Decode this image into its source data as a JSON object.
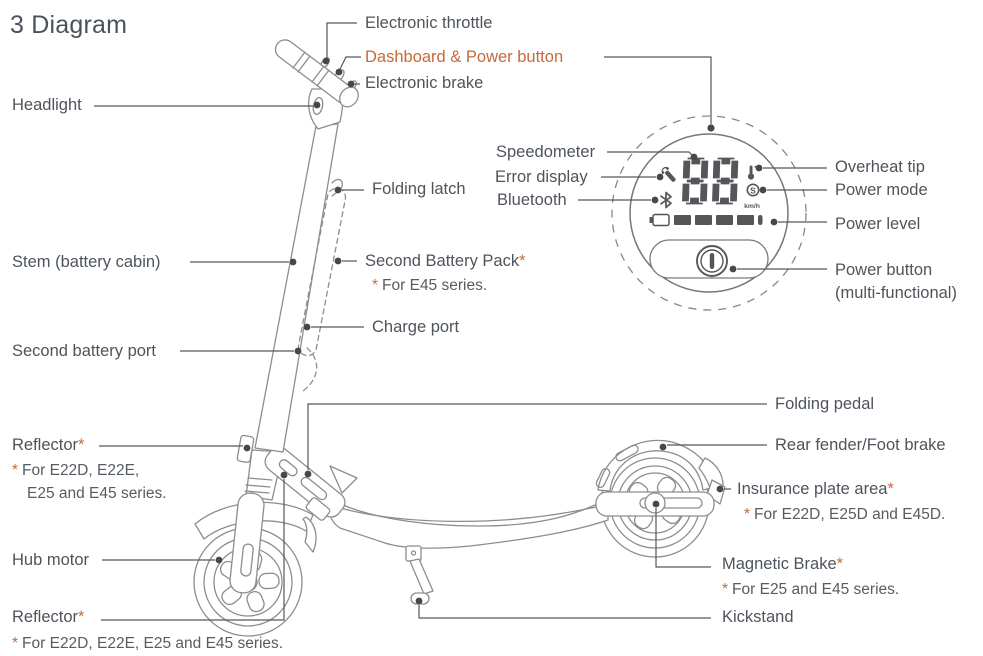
{
  "title": "3 Diagram",
  "colors": {
    "label_text": "#4e545b",
    "accent_orange": "#c7693a",
    "line_art_gray": "#8b8d90",
    "display_dark": "#55565a"
  },
  "labels": {
    "electronic_throttle": "Electronic throttle",
    "dashboard_power_button": "Dashboard & Power button",
    "electronic_brake": "Electronic brake",
    "headlight": "Headlight",
    "folding_latch": "Folding latch",
    "speedometer": "Speedometer",
    "error_display": "Error display",
    "bluetooth": "Bluetooth",
    "stem": "Stem (battery cabin)",
    "second_battery_pack": {
      "text": "Second Battery Pack",
      "star": "*",
      "note_star": "*",
      "note": "For E45 series."
    },
    "charge_port": "Charge port",
    "second_battery_port": "Second battery port",
    "overheat_tip": "Overheat tip",
    "power_mode": "Power mode",
    "power_level": "Power level",
    "power_button": {
      "line1": "Power button",
      "line2": "(multi-functional)"
    },
    "folding_pedal": "Folding pedal",
    "rear_fender_foot_brake": "Rear fender/Foot brake",
    "insurance_plate_area": {
      "text": "Insurance plate area",
      "star": "*",
      "note_star": "*",
      "note": "For E22D, E25D and E45D."
    },
    "magnetic_brake": {
      "text": "Magnetic Brake",
      "star": "*",
      "note_star": "*",
      "note": "For E25 and E45 series."
    },
    "kickstand": "Kickstand",
    "reflector_front": {
      "text": "Reflector",
      "star": "*",
      "note_star": "*",
      "note_line1": "For E22D, E22E,",
      "note_line2": "E25 and E45 series."
    },
    "hub_motor": "Hub motor",
    "reflector_rear": {
      "text": "Reflector",
      "star": "*",
      "note_star": "*",
      "note": "For E22D, E22E, E25 and E45 series."
    }
  },
  "dashboard": {
    "speed": "88",
    "unit": "km/h",
    "mode": "S"
  }
}
